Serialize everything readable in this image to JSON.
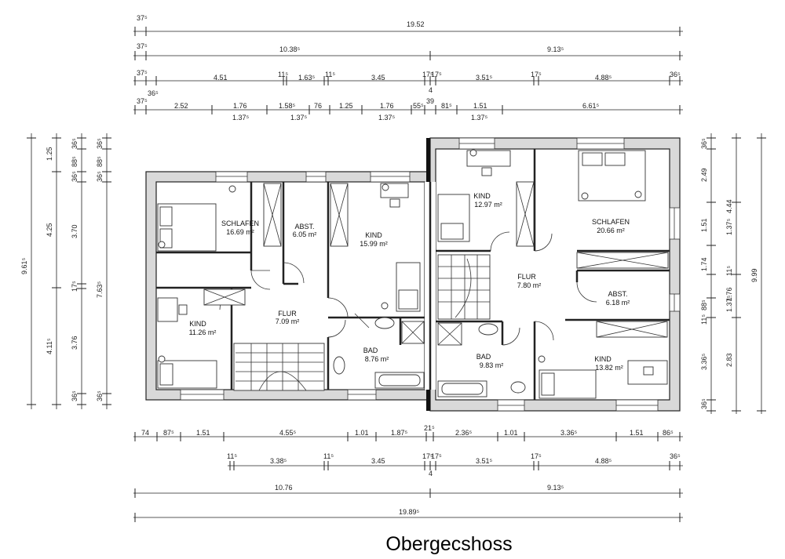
{
  "title": "Obergecshoss",
  "rooms": [
    {
      "name": "SCHLAFEN",
      "area": "16.69 m²"
    },
    {
      "name": "ABST.",
      "area": "6.05 m²"
    },
    {
      "name": "KIND",
      "area": "15.99 m²"
    },
    {
      "name": "KIND",
      "area": "12.97 m²"
    },
    {
      "name": "SCHLAFEN",
      "area": "20.66 m²"
    },
    {
      "name": "FLUR",
      "area": "7.09 m²"
    },
    {
      "name": "KIND",
      "area": "11.26 m²"
    },
    {
      "name": "BAD",
      "area": "8.76 m²"
    },
    {
      "name": "FLUR",
      "area": "7.80 m²"
    },
    {
      "name": "ABST.",
      "area": "6.18 m²"
    },
    {
      "name": "BAD",
      "area": "9.83 m²"
    },
    {
      "name": "KIND",
      "area": "13.82 m²"
    }
  ],
  "dims_top": {
    "row1": [
      "37⁵",
      "19.52"
    ],
    "row2": [
      "37⁵",
      "10.38⁵",
      "9.13⁵"
    ],
    "row3": [
      "37⁵",
      "36⁵",
      "4.51",
      "11⁵",
      "1.63⁵",
      "11⁵",
      "3.45",
      "17⁵",
      "17⁵",
      "4",
      "3.51⁵",
      "17⁵",
      "4.88⁵",
      "36⁵"
    ],
    "row4": [
      "37⁵",
      "2.52",
      "1.76",
      "1.58⁵",
      "76",
      "1.25",
      "1.76",
      "55⁵",
      "39",
      "81⁵",
      "1.51",
      "6.61⁵"
    ],
    "row4b": [
      "1.37⁵",
      "1.37⁵",
      "1.37⁵",
      "1.37⁵"
    ]
  },
  "dims_bottom": {
    "row1": [
      "74",
      "87⁵",
      "1.51",
      "4.55⁵",
      "1.01",
      "1.87⁵",
      "21⁵",
      "2.36⁵",
      "1.01",
      "3.36⁵",
      "1.51",
      "86⁵"
    ],
    "row2": [
      "11⁵",
      "3.38⁵",
      "11⁵",
      "3.45",
      "17⁵",
      "17⁵",
      "4",
      "3.51⁵",
      "17⁵",
      "4.88⁵",
      "36⁵"
    ],
    "row3": [
      "10.76",
      "9.13⁵"
    ],
    "row4": [
      "19.89⁵"
    ]
  },
  "dims_left": {
    "col1": [
      "9.61⁵"
    ],
    "col2": [
      "1.25",
      "4.25",
      "4.11⁵"
    ],
    "col3": [
      "36⁵",
      "88⁵",
      "36⁵",
      "3.70",
      "17⁵",
      "3.76",
      "36⁵"
    ],
    "col4": [
      "36⁵",
      "88⁵",
      "36⁵",
      "7.63⁵",
      "36⁵"
    ]
  },
  "dims_right": {
    "col1": [
      "36⁵",
      "2.49",
      "1.51",
      "1.74",
      "88⁵",
      "11⁵",
      "3.36⁵",
      "36⁵"
    ],
    "col2": [
      "1.37⁵",
      "11⁵",
      "1.37⁵",
      "1.76",
      "2.83"
    ],
    "col3": [
      "4.44"
    ],
    "col4": [
      "9.99"
    ]
  }
}
